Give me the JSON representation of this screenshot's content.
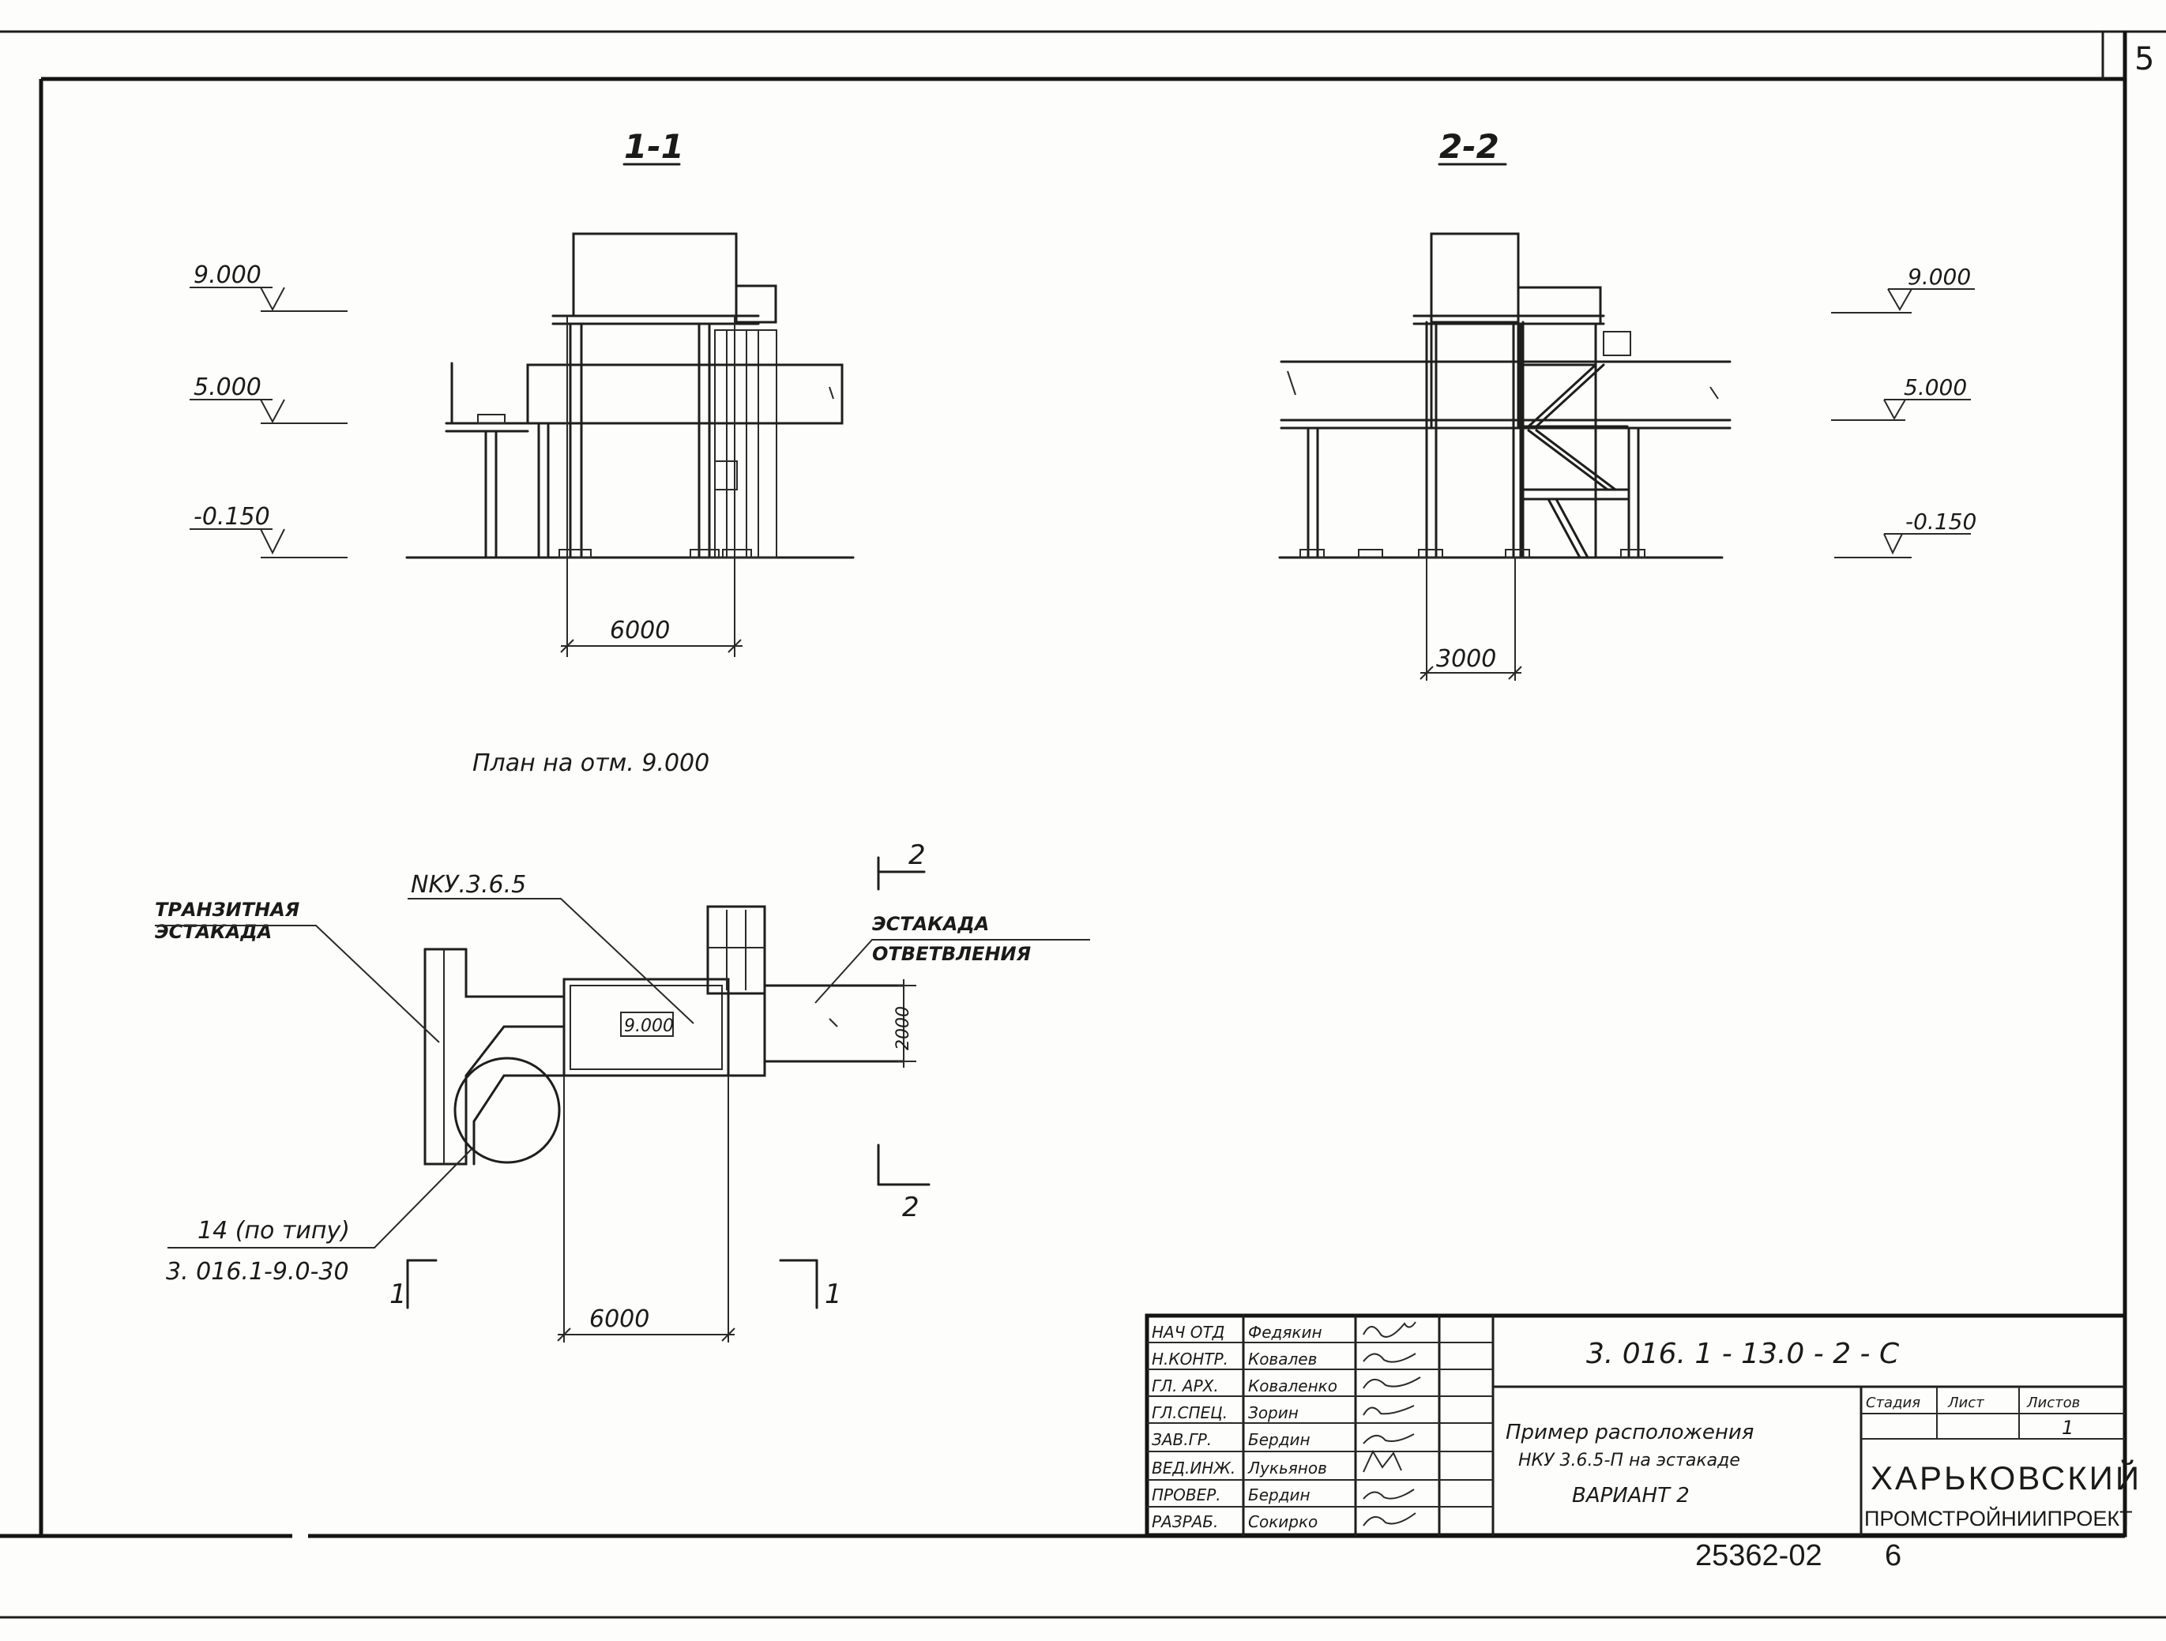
{
  "sheet": {
    "page_number": "5",
    "stamp_number": "25362-02",
    "stamp_suffix": "6"
  },
  "section_1_1": {
    "title": "1-1",
    "levels": [
      "9.000",
      "5.000",
      "-0.150"
    ],
    "dimension": "6000"
  },
  "section_2_2": {
    "title": "2-2",
    "levels": [
      "9.000",
      "5.000",
      "-0.150"
    ],
    "dimension": "3000"
  },
  "plan": {
    "title": "План на отм. 9.000",
    "label_transit": [
      "ТРАНЗИТНАЯ",
      "ЭСТАКАДА"
    ],
    "label_nku": "NKУ.3.6.5",
    "label_branch": [
      "ЭСТАКАДА",
      "ОТВЕТВЛЕНИЯ"
    ],
    "level_box": "9.000",
    "dim_width": "2000",
    "dim_length": "6000",
    "section_marks": [
      "1",
      "1",
      "2",
      "2"
    ],
    "node_ref_line1": "14 (по типу)",
    "node_ref_line2": "3. 016.1-9.0-30"
  },
  "title_block": {
    "roles": [
      "НАЧ ОТД",
      "Н.КОНТР.",
      "ГЛ. АРХ.",
      "ГЛ.СПЕЦ.",
      "ЗАВ.ГР.",
      "ВЕД.ИНЖ.",
      "ПРОВЕР.",
      "РАЗРАБ."
    ],
    "names": [
      "Федякин",
      "Ковалев",
      "Коваленко",
      "Зорин",
      "Бердин",
      "Лукьянов",
      "Бердин",
      "Сокирко"
    ],
    "document_code": "3. 016. 1 - 13.0 - 2 - С",
    "description": [
      "Пример расположения",
      "НКУ 3.6.5-П на эстакаде",
      "ВАРИАНТ 2"
    ],
    "stage_header": "Стадия",
    "sheet_header": "Лист",
    "sheets_header": "Листов",
    "sheets_value": "1",
    "organization_line1": "ХАРЬКОВСКИЙ",
    "organization_line2": "ПРОМСТРОЙНИИПРОЕКТ"
  }
}
